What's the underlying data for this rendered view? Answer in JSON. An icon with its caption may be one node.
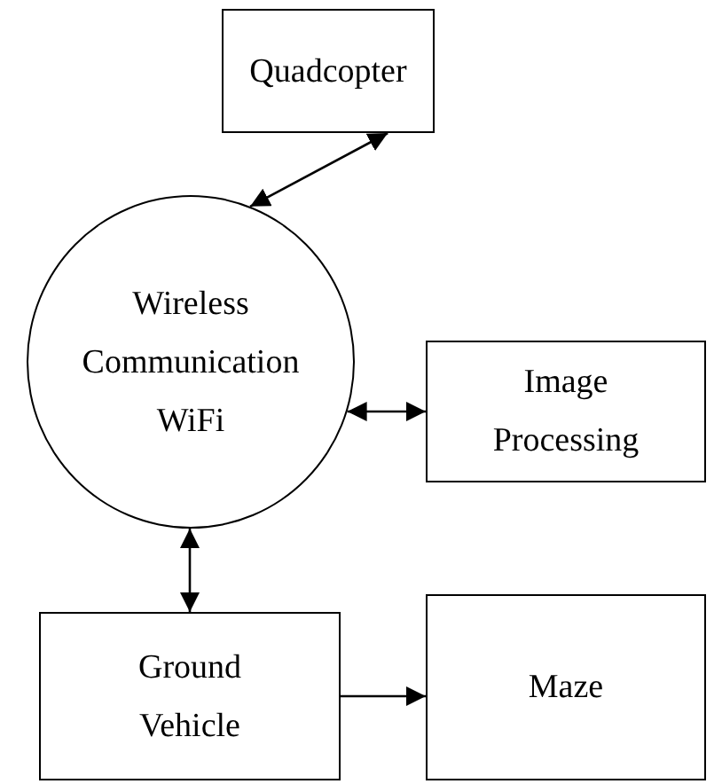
{
  "diagram": {
    "nodes": [
      {
        "text": [
          "Quadcopter"
        ]
      },
      {
        "text": [
          "Wireless Communication WiFi"
        ]
      },
      {
        "text": [
          "Image Processing"
        ]
      },
      {
        "text": [
          "Ground Vehicle"
        ]
      },
      {
        "text": [
          "Maze"
        ]
      }
    ],
    "edges": [
      {
        "from": 1,
        "to": 0,
        "arrow": "both"
      },
      {
        "from": 1,
        "to": 2,
        "arrow": "both"
      },
      {
        "from": 1,
        "to": 3,
        "arrow": "both"
      },
      {
        "from": 3,
        "to": 4,
        "arrow": "to"
      }
    ]
  }
}
